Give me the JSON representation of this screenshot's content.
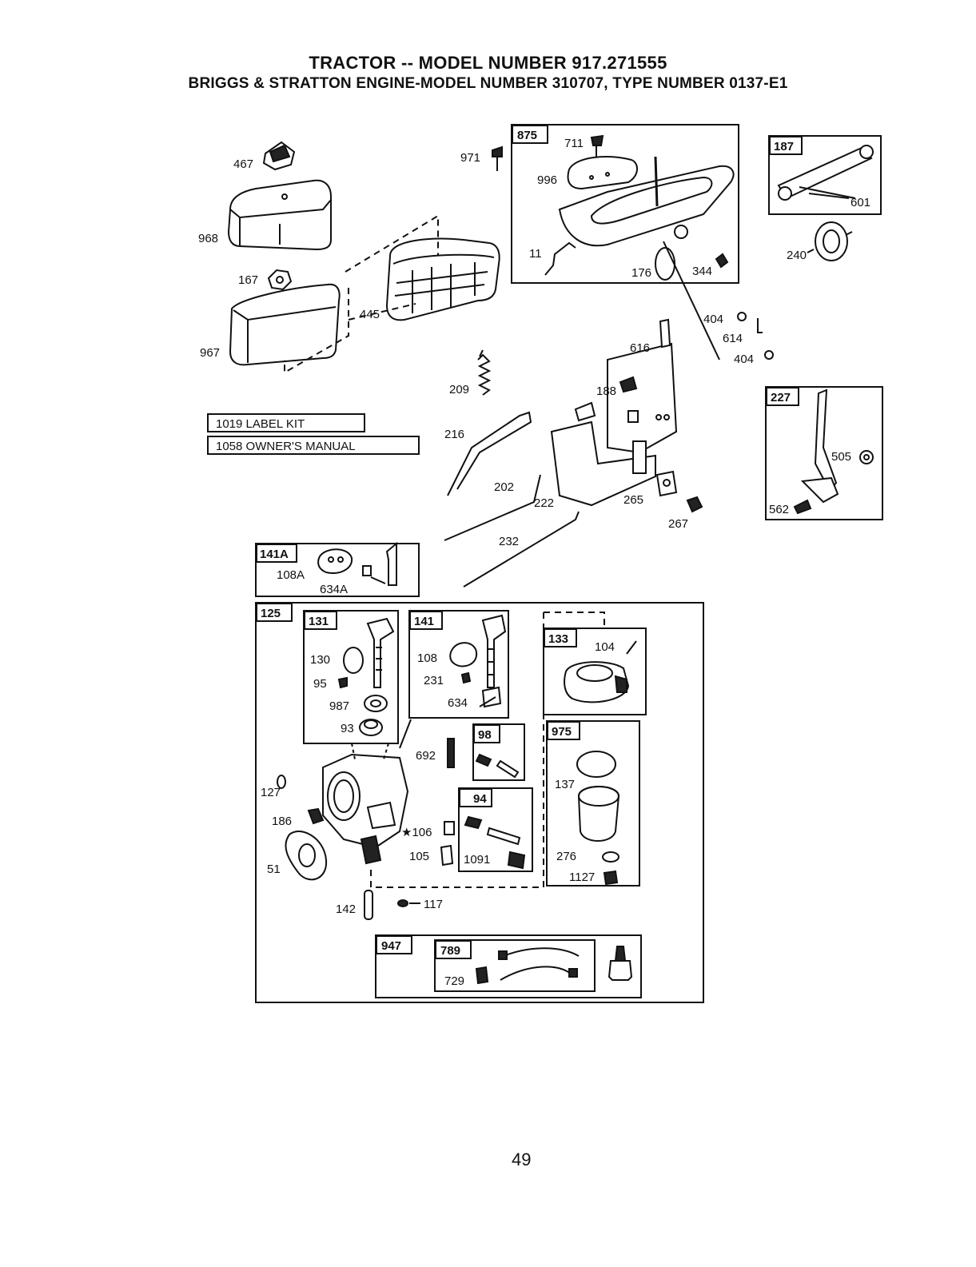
{
  "header": {
    "title": "TRACTOR -- MODEL NUMBER 917.271555",
    "subtitle": "BRIGGS & STRATTON ENGINE-MODEL NUMBER 310707, TYPE NUMBER 0137-E1"
  },
  "kits": {
    "label_kit": "1019 LABEL KIT",
    "owners_manual": "1058 OWNER'S MANUAL"
  },
  "boxes": {
    "b875": "875",
    "b187": "187",
    "b227": "227",
    "b141A": "141A",
    "b125": "125",
    "b131": "131",
    "b141": "141",
    "b133": "133",
    "b98": "98",
    "b94": "94",
    "b975": "975",
    "b947": "947",
    "b789": "789"
  },
  "parts": {
    "p467": "467",
    "p968": "968",
    "p167": "167",
    "p967": "967",
    "p445": "445",
    "p971": "971",
    "p711": "711",
    "p996": "996",
    "p11": "11",
    "p176": "176",
    "p344": "344",
    "p601": "601",
    "p240": "240",
    "p404a": "404",
    "p614": "614",
    "p404b": "404",
    "p616": "616",
    "p209": "209",
    "p188": "188",
    "p216": "216",
    "p202": "202",
    "p222": "222",
    "p265": "265",
    "p267": "267",
    "p232": "232",
    "p505": "505",
    "p562": "562",
    "p108A": "108A",
    "p634A": "634A",
    "p130": "130",
    "p95": "95",
    "p987": "987",
    "p93": "93",
    "p108": "108",
    "p231": "231",
    "p634": "634",
    "p104": "104",
    "p692": "692",
    "p127": "127",
    "p186": "186",
    "p51": "51",
    "p106": "★106",
    "p105": "105",
    "p1091": "1091",
    "p137": "137",
    "p276": "276",
    "p1127": "1127",
    "p142": "142",
    "p117": "117",
    "p729": "729"
  },
  "page_number": "49"
}
